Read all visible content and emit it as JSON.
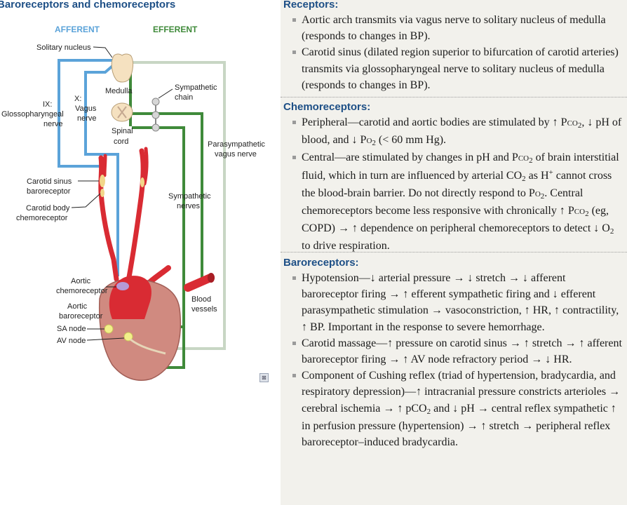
{
  "figure": {
    "title": "Baroreceptors and chemoreceptors",
    "afferent_label": "AFFERENT",
    "efferent_label": "EFFERENT",
    "labels": {
      "solitary_nucleus": "Solitary nucleus",
      "sympathetic": "Sympathetic",
      "chain": "chain",
      "medulla": "Medulla",
      "ix": "IX:",
      "glossopharyngeal": "Glossopharyngeal",
      "nerve": "nerve",
      "x": "X:",
      "vagus": "Vagus",
      "vagus_nerve_word": "nerve",
      "spinal": "Spinal",
      "cord": "cord",
      "parasympathetic": "Parasympathetic",
      "vagus_nerve": "vagus nerve",
      "carotid_sinus": "Carotid sinus",
      "baroreceptor": "baroreceptor",
      "carotid_body": "Carotid body",
      "chemoreceptor": "chemoreceptor",
      "sympathetic_nerves_1": "Sympathetic",
      "sympathetic_nerves_2": "nerves",
      "aortic": "Aortic",
      "aortic_chemoreceptor": "chemoreceptor",
      "aortic_2": "Aortic",
      "aortic_baroreceptor": "baroreceptor",
      "blood": "Blood",
      "vessels": "vessels",
      "sa_node": "SA node",
      "av_node": "AV node"
    },
    "colors": {
      "afferent": "#5ba3d9",
      "efferent": "#3f8a3a",
      "parasympathetic": "#c8d6c4",
      "artery": "#d92b33",
      "heart": "#d08a80",
      "title": "#1d4f86"
    }
  },
  "sections": {
    "receptors": {
      "title": "Receptors:",
      "items": [
        "Aortic arch transmits via vagus nerve to solitary nucleus of medulla (responds to changes in BP).",
        "Carotid sinus (dilated region superior to bifurcation of carotid arteries) transmits via glossopharyngeal nerve to solitary nucleus of medulla (responds to changes in BP)."
      ]
    },
    "chemo": {
      "title": "Chemoreceptors:",
      "i1": {
        "a": "Peripheral—carotid and aortic bodies are stimulated by ↑ P",
        "b": "co",
        "c": "2",
        "d": ", ↓ pH of blood, and ↓ P",
        "e": "o",
        "f": "2",
        "g": " (< 60 mm Hg)."
      },
      "i2": {
        "a": "Central—are stimulated by changes in pH and P",
        "b": "co",
        "c": "2",
        "d": " of brain interstitial fluid, which in turn are influenced by arterial CO",
        "e": "2",
        "f": " as H",
        "g": "+",
        "h": " cannot cross the blood-brain barrier. Do not directly respond to P",
        "i": "o",
        "j": "2",
        "k": ". Central chemoreceptors become less responsive with chronically ↑ P",
        "l": "co",
        "m": "2",
        "n": " (eg, COPD) → ↑ dependence on peripheral chemoreceptors to detect ↓ O",
        "o": "2",
        "p": " to drive respiration."
      }
    },
    "baro": {
      "title": "Baroreceptors:",
      "i1": "Hypotension—↓ arterial pressure → ↓ stretch → ↓ afferent baroreceptor firing → ↑ efferent sympathetic firing and ↓ efferent parasympathetic stimulation → vasoconstriction, ↑ HR, ↑ contractility, ↑ BP. Important in the response to severe hemorrhage.",
      "i2": "Carotid massage—↑ pressure on carotid sinus → ↑ stretch → ↑ afferent baroreceptor firing → ↑ AV node refractory period → ↓ HR.",
      "i3": {
        "a": "Component of Cushing reflex (triad of hypertension, bradycardia, and respiratory depression)—↑ intracranial pressure constricts arterioles → cerebral ischemia → ↑ pCO",
        "b": "2",
        "c": " and ↓ pH → central reflex sympathetic ↑ in perfusion pressure (hypertension) → ↑ stretch → peripheral reflex baroreceptor–induced bradycardia."
      }
    }
  }
}
